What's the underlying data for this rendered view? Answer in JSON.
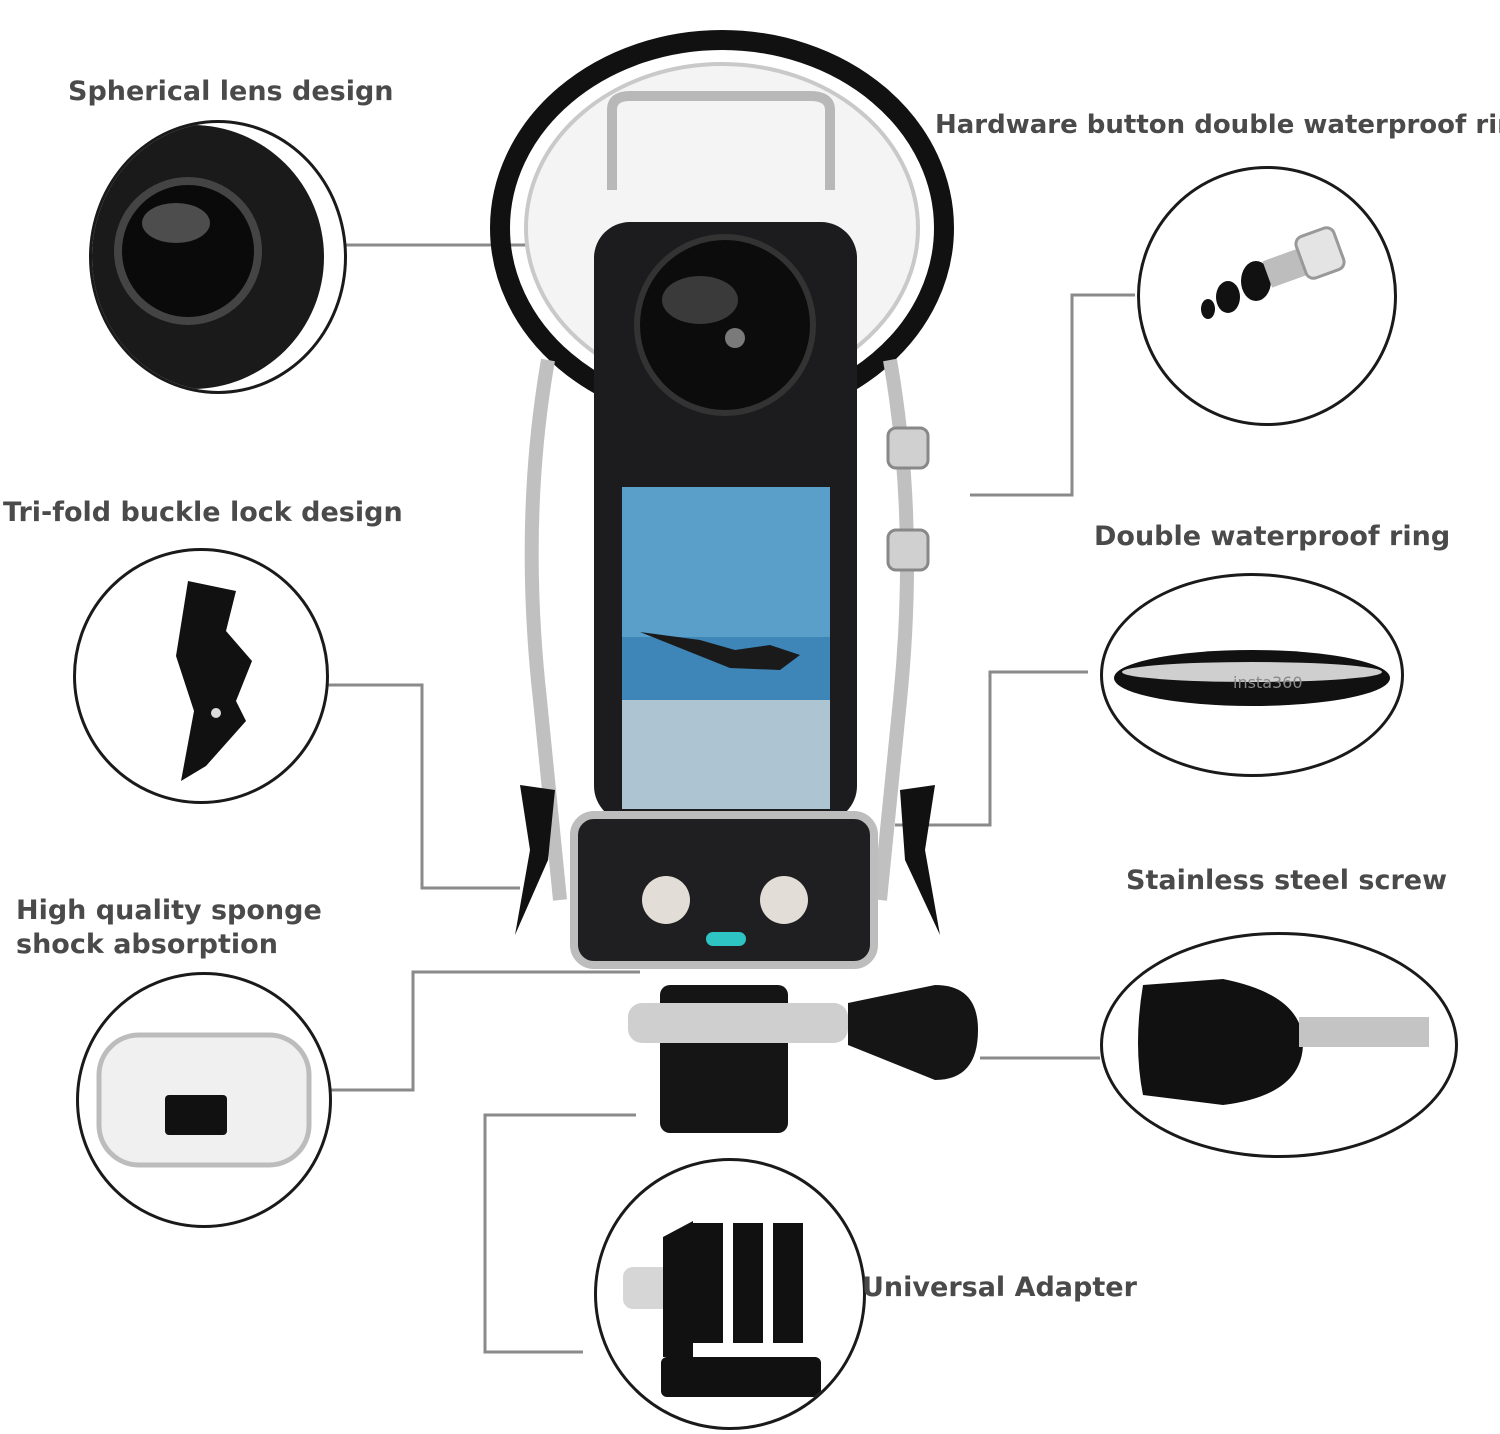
{
  "callouts": {
    "spherical_lens": "Spherical lens design",
    "hardware_button": "Hardware button double waterproof ring",
    "tri_fold": "Tri-fold buckle lock design",
    "double_ring": "Double waterproof ring",
    "sponge": "High quality sponge shock absorption",
    "screw": "Stainless steel screw",
    "adapter": "Universal Adapter"
  },
  "product": {
    "brand_mark": "insta360"
  },
  "colors": {
    "label_text": "#4a4a4a",
    "leader_line": "#8a8a8a",
    "circle_border": "#1a1a1a",
    "camera_body": "#1c1c1e",
    "screen_water": "#3f86b8",
    "indicator": "#2ec4c4"
  }
}
